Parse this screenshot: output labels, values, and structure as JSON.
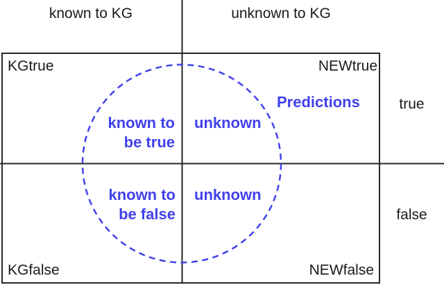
{
  "colors": {
    "accent_blue": "#4141eb",
    "line_color": "#262626",
    "text_color": "#1a1a1a"
  },
  "column_headers": {
    "left": "known to KG",
    "right": "unknown to KG"
  },
  "corner_labels": {
    "top_left": "KGtrue",
    "top_right": "NEWtrue",
    "bottom_left": "KGfalse",
    "bottom_right": "NEWfalse"
  },
  "row_labels": {
    "top": "true",
    "bottom": "false"
  },
  "circle_labels": {
    "predictions": "Predictions",
    "known_true": {
      "line1": "known to",
      "line2": "be true"
    },
    "unknown_true": "unknown",
    "known_false": {
      "line1": "known to",
      "line2": "be false"
    },
    "unknown_false": "unknown"
  }
}
